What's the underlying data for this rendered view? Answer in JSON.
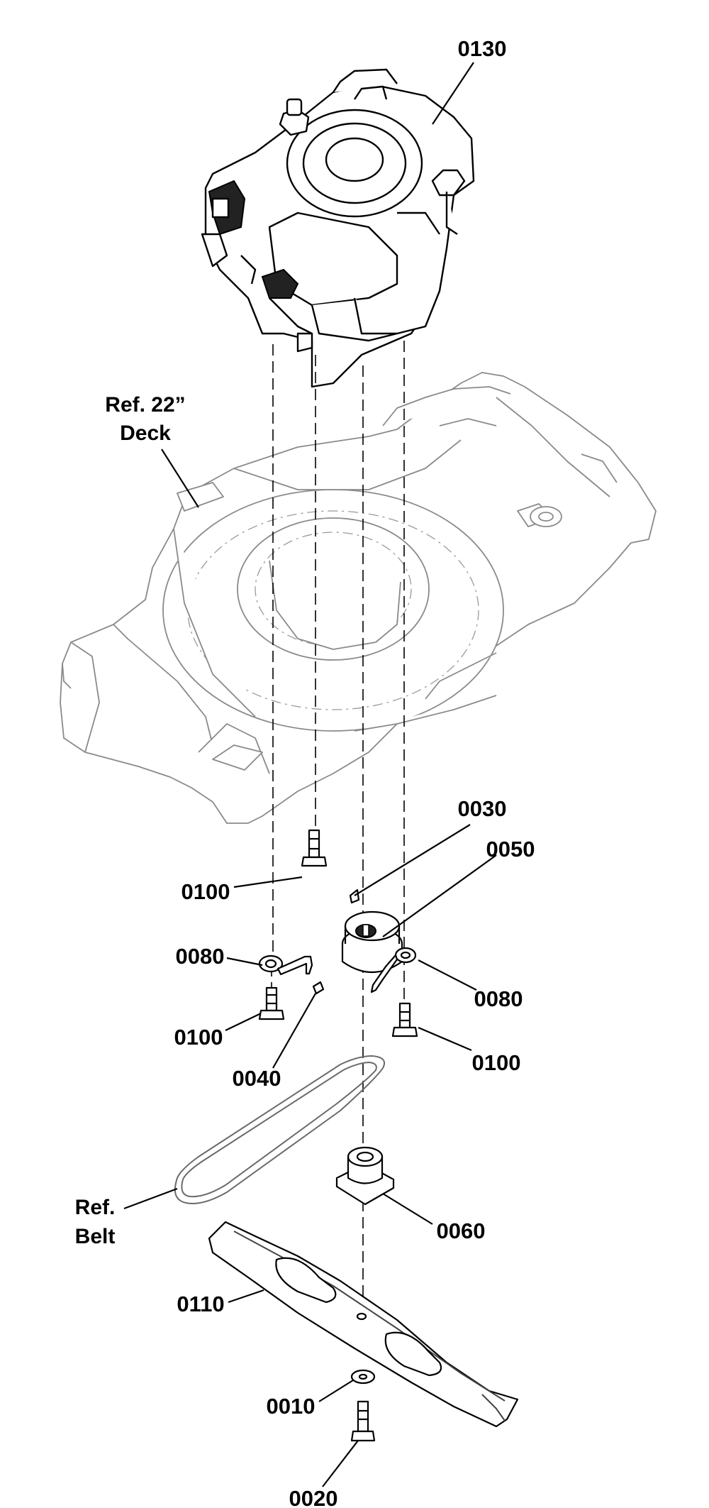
{
  "labels": {
    "engine": "0130",
    "deck_ref_line1": "Ref. 22”",
    "deck_ref_line2": "Deck",
    "key": "0030",
    "pulley": "0050",
    "bolt_upper_left": "0100",
    "bracket_left": "0080",
    "bolt_lower_left": "0100",
    "bracket_right": "0080",
    "pin": "0040",
    "bolt_right": "0100",
    "belt_ref_line1": "Ref.",
    "belt_ref_line2": "Belt",
    "adapter": "0060",
    "blade": "0110",
    "washer": "0010",
    "blade_bolt": "0020"
  }
}
